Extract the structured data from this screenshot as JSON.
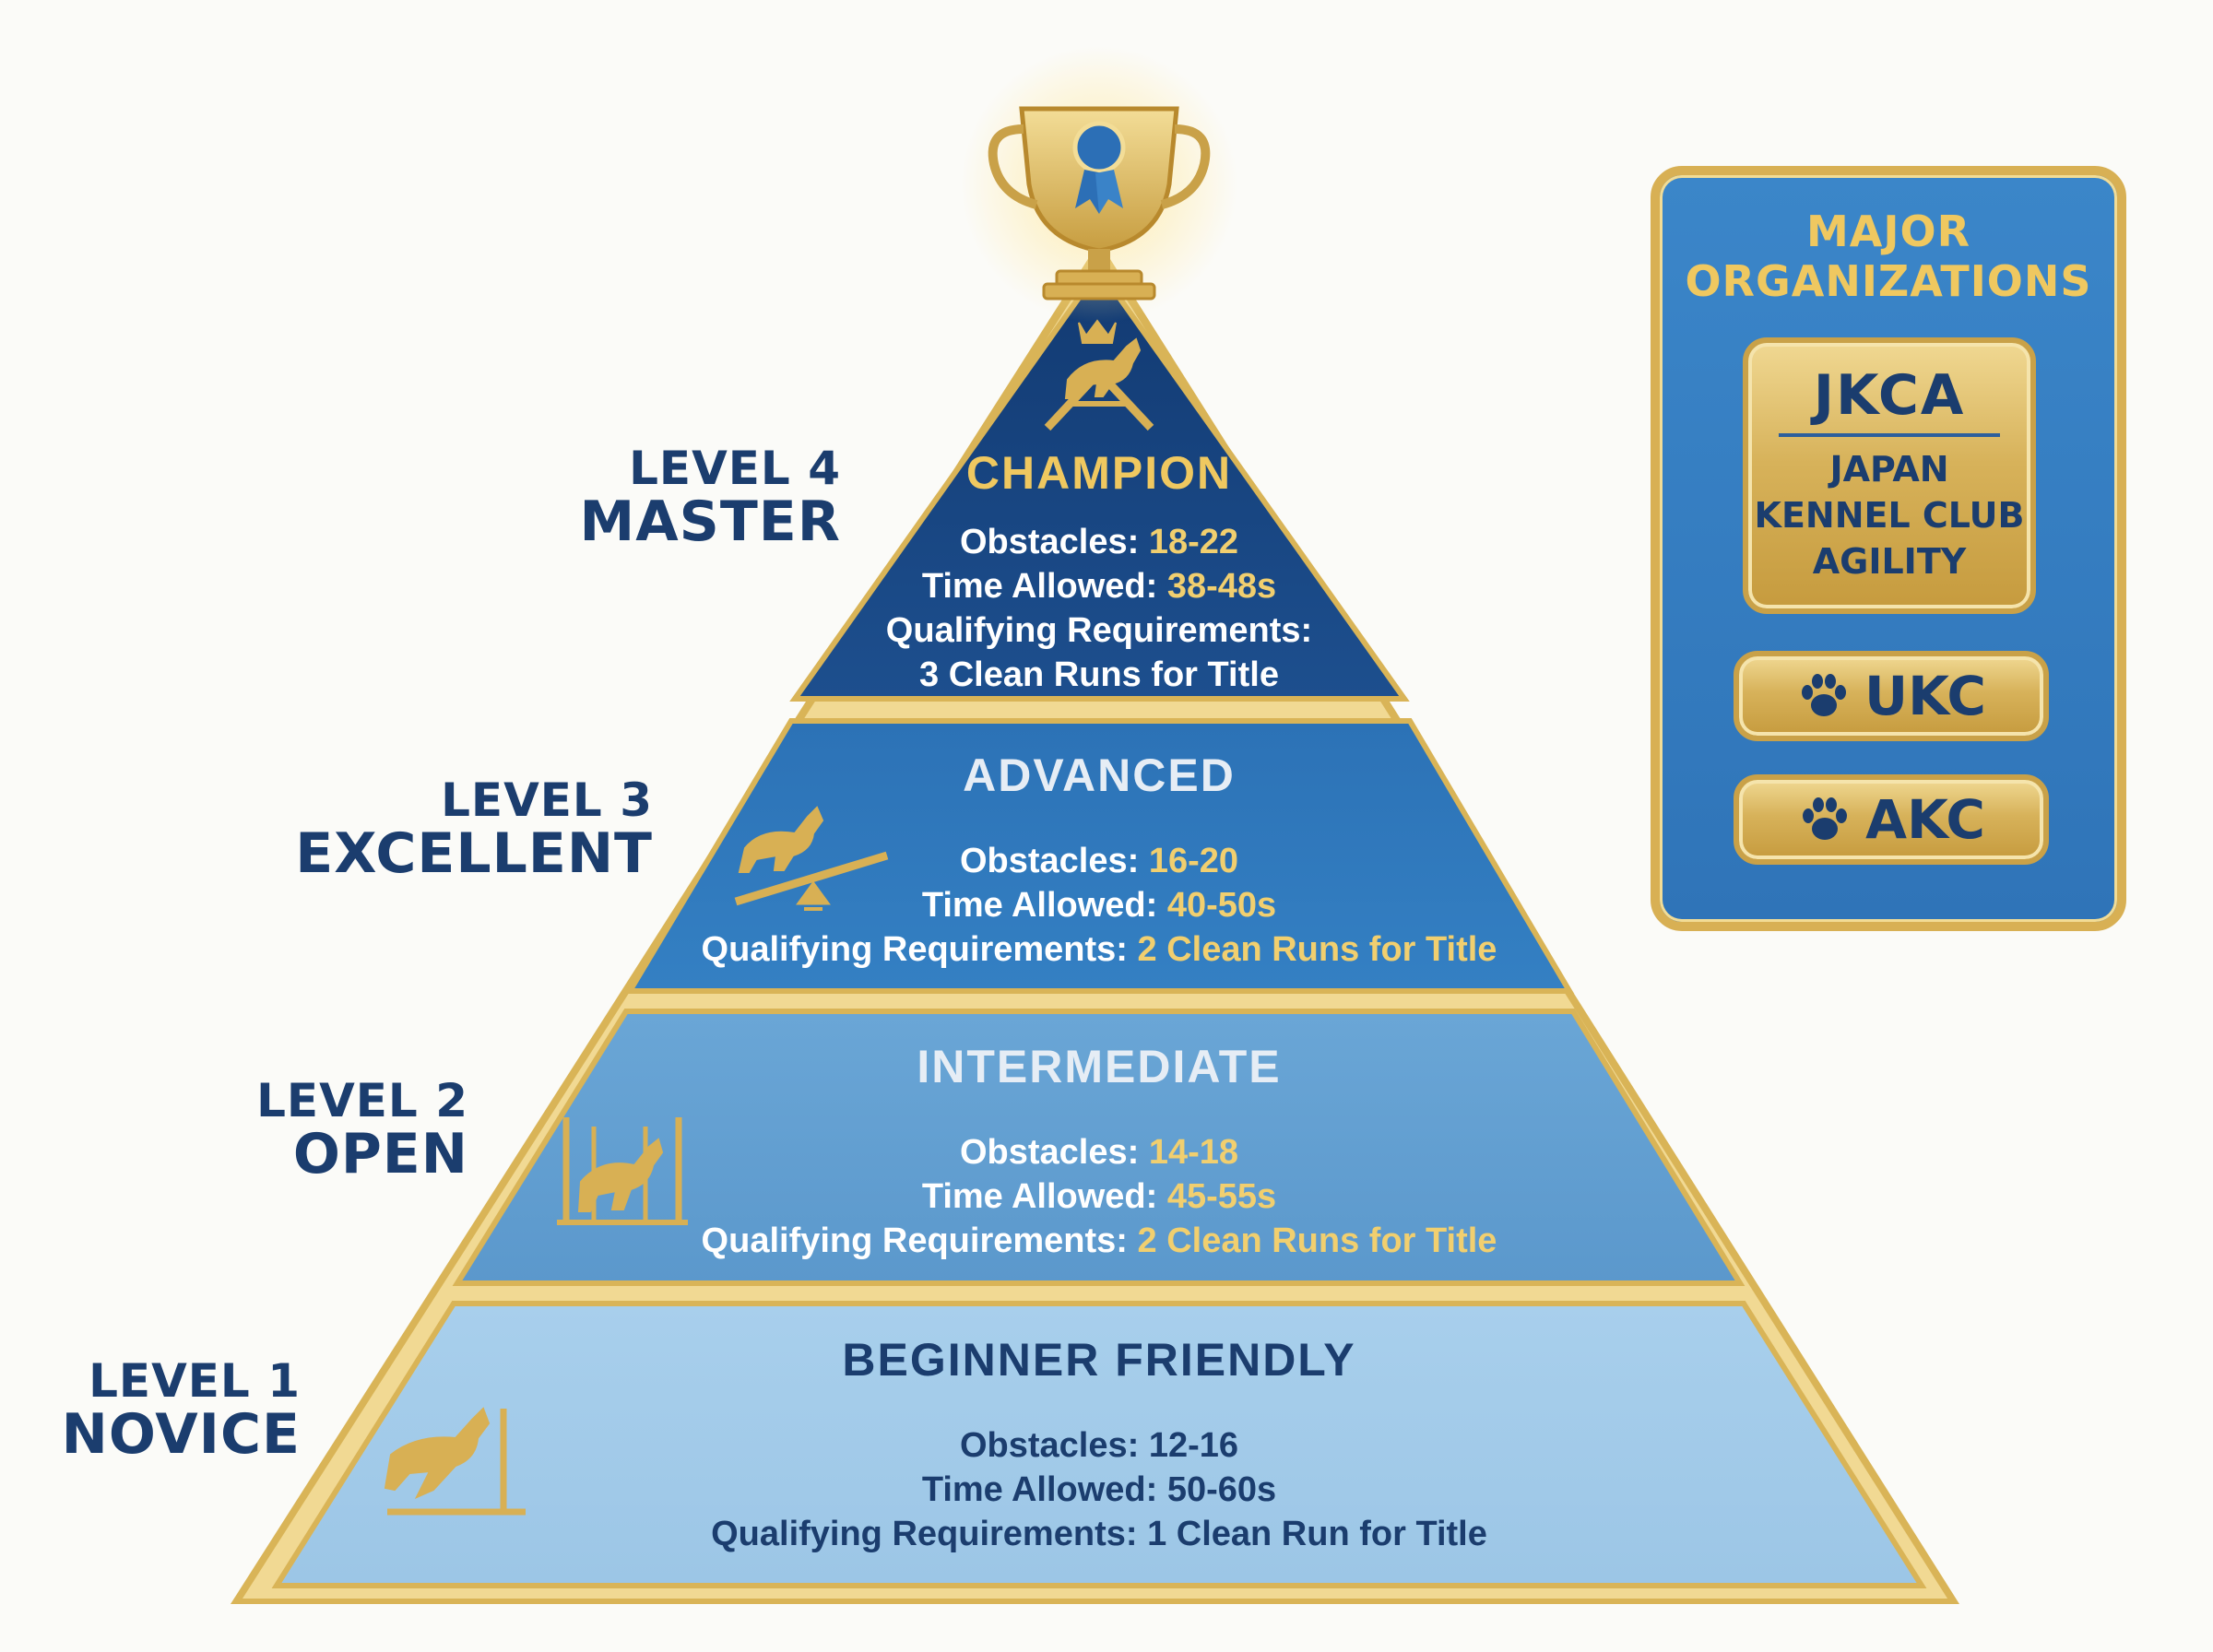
{
  "levels": [
    {
      "level": "LEVEL 4",
      "name": "MASTER",
      "title": "CHAMPION",
      "obstacles_label": "Obstacles:",
      "obstacles": "18-22",
      "time_label": "Time Allowed:",
      "time": "38-48s",
      "qual_label": "Qualifying Requirements:",
      "qual": "3 Clean Runs for Title",
      "icon": "dog-aframe-crown-icon"
    },
    {
      "level": "LEVEL 3",
      "name": "EXCELLENT",
      "title": "ADVANCED",
      "obstacles_label": "Obstacles:",
      "obstacles": "16-20",
      "time_label": "Time Allowed:",
      "time": "40-50s",
      "qual_label": "Qualifying Requirements:",
      "qual": "2 Clean Runs for Title",
      "icon": "dog-seesaw-icon"
    },
    {
      "level": "LEVEL 2",
      "name": "OPEN",
      "title": "INTERMEDIATE",
      "obstacles_label": "Obstacles:",
      "obstacles": "14-18",
      "time_label": "Time Allowed:",
      "time": "45-55s",
      "qual_label": "Qualifying Requirements:",
      "qual": "2 Clean Runs for Title",
      "icon": "dog-weave-poles-icon"
    },
    {
      "level": "LEVEL 1",
      "name": "NOVICE",
      "title": "BEGINNER FRIENDLY",
      "obstacles_label": "Obstacles:",
      "obstacles": "12-16",
      "time_label": "Time Allowed:",
      "time": "50-60s",
      "qual_label": "Qualifying Requirements:",
      "qual": "1 Clean Run for Title",
      "icon": "dog-jump-icon"
    }
  ],
  "organizations": {
    "title_line1": "MAJOR",
    "title_line2": "ORGANIZATIONS",
    "items": [
      {
        "abbr": "JKCA",
        "full_line1": "JAPAN",
        "full_line2": "KENNEL CLUB",
        "full_line3": "AGILITY"
      },
      {
        "abbr": "UKC",
        "icon": "paw-icon"
      },
      {
        "abbr": "AKC",
        "icon": "paw-icon"
      }
    ]
  },
  "top_icon": "trophy-ribbon-icon",
  "colors": {
    "navy": "#1b3d6e",
    "gold": "#d8b054",
    "tier4": "#1f4f8c",
    "tier3": "#3179bc",
    "tier2": "#6aa6d6",
    "tier1": "#a6cdea"
  }
}
